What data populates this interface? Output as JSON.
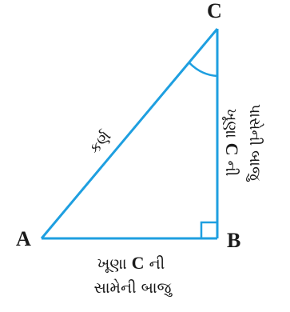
{
  "diagram": {
    "colors": {
      "line": "#1e9fe0",
      "text": "#1a1a1a",
      "background": "#ffffff"
    },
    "vertices": {
      "a": "A",
      "b": "B",
      "c": "C"
    },
    "labels": {
      "hypotenuse": "કર્ણ",
      "opposite_line1_prefix": "ખૂણા ",
      "opposite_line1_letter": "C",
      "opposite_line1_suffix": " ની",
      "opposite_line2": "સામેની બાજુ",
      "adjacent_line1_prefix": "ખૂણા ",
      "adjacent_line1_letter": "C",
      "adjacent_line1_suffix": " ની",
      "adjacent_line2": "પાસેની બાજુ"
    }
  }
}
